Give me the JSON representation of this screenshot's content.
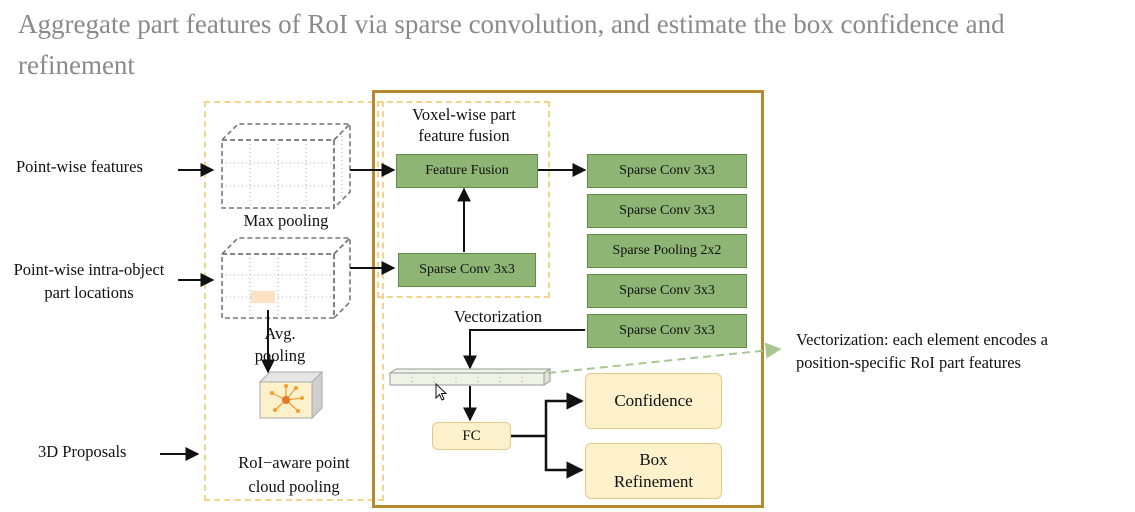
{
  "slide": {
    "title": "Aggregate part features of RoI via sparse convolution, and estimate the box confidence and refinement"
  },
  "inputs": {
    "point_features": "Point-wise features",
    "part_locations_line1": "Point-wise intra-object",
    "part_locations_line2": "part locations",
    "proposals": "3D Proposals"
  },
  "pooling": {
    "max_label": "Max pooling",
    "avg_line1": "Avg.",
    "avg_line2": "pooling",
    "roi_line1": "RoI−aware point",
    "roi_line2": "cloud pooling"
  },
  "fusion": {
    "title_line1": "Voxel-wise part",
    "title_line2": "feature fusion",
    "feature_fusion": "Feature Fusion",
    "sparse_conv": "Sparse Conv 3x3"
  },
  "stack": {
    "items": [
      "Sparse Conv 3x3",
      "Sparse Conv 3x3",
      "Sparse Pooling 2x2",
      "Sparse Conv 3x3",
      "Sparse Conv 3x3"
    ]
  },
  "head": {
    "vectorization": "Vectorization",
    "fc": "FC",
    "confidence": "Confidence",
    "box_line1": "Box",
    "box_line2": "Refinement"
  },
  "annotation": {
    "line1": "Vectorization: each element encodes a",
    "line2": "position-specific RoI part features"
  },
  "colors": {
    "gold_frame": "#b58a2e",
    "dashed_yellow": "#f3d48a",
    "green_box": "#8fb575",
    "yellow_box": "#fdf1cc"
  }
}
